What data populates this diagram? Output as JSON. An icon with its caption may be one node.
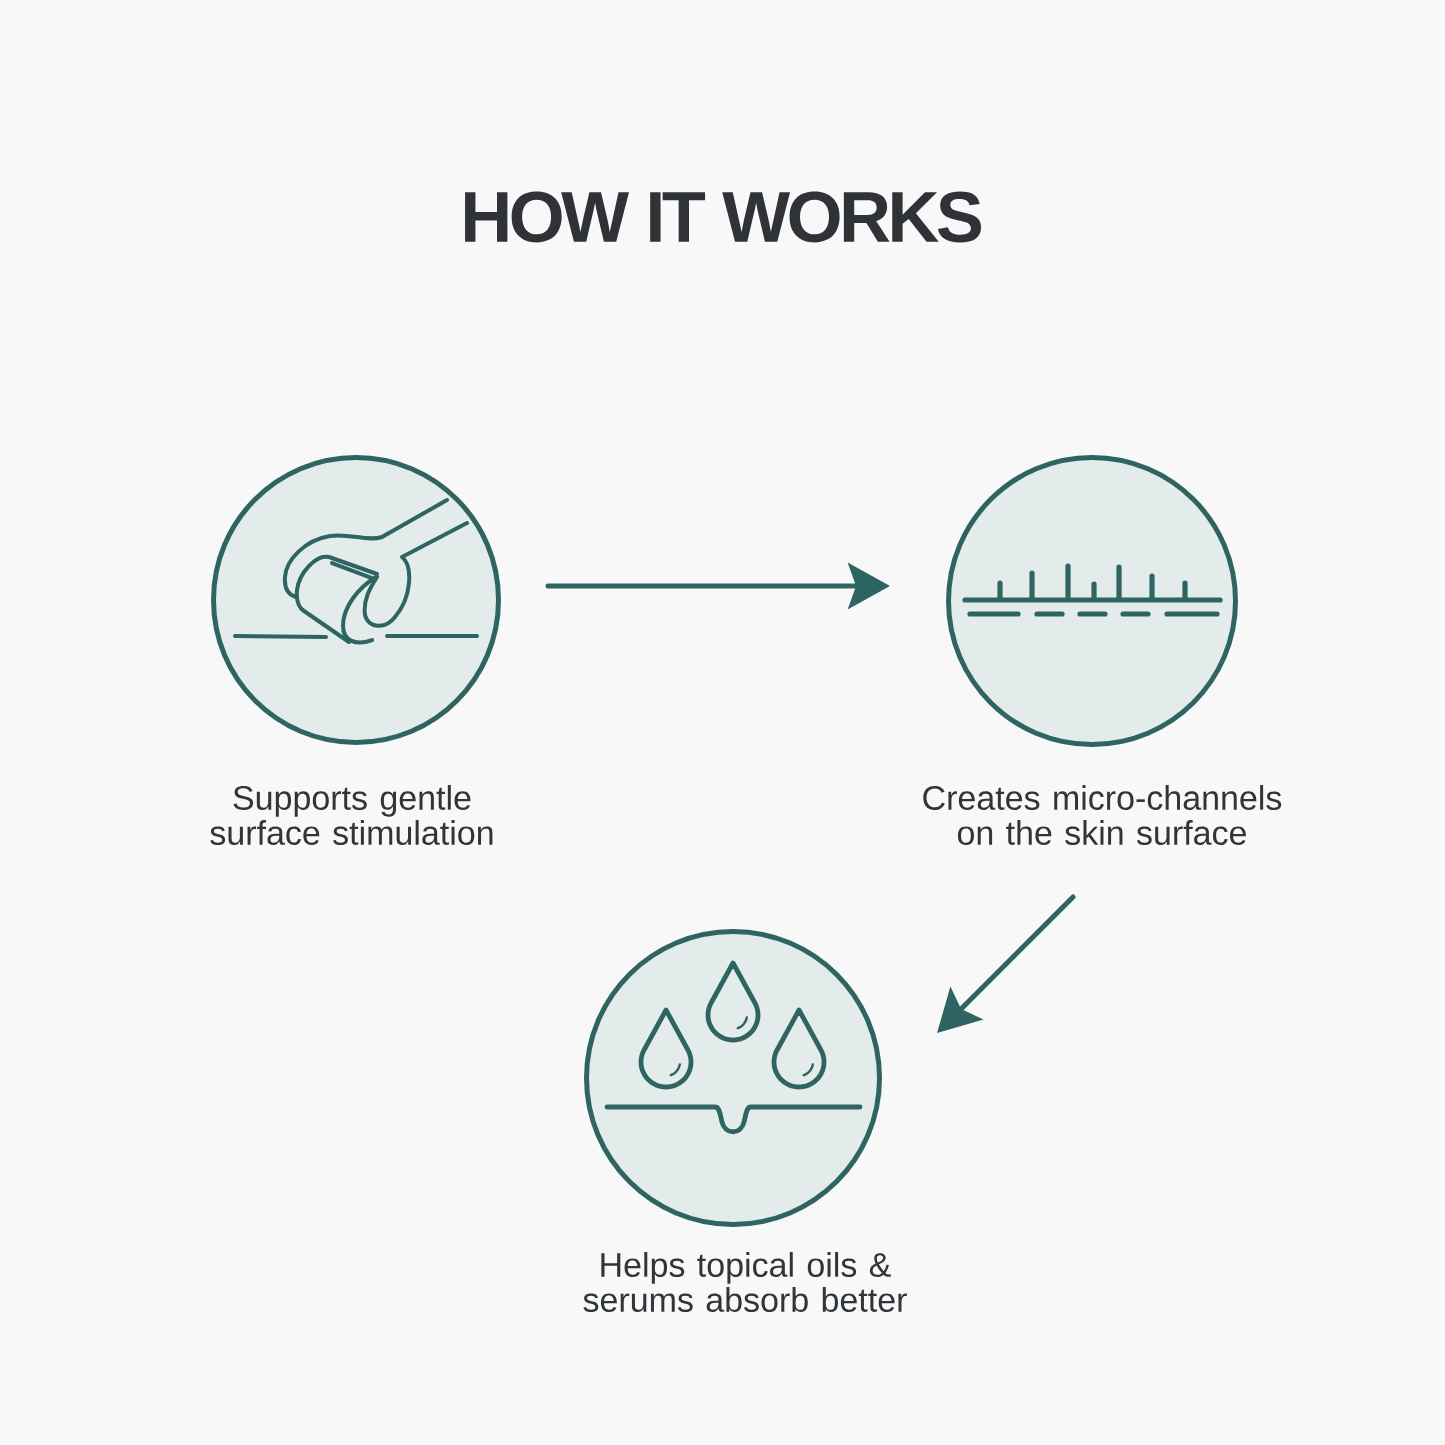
{
  "diagram": {
    "title": "HOW IT WORKS",
    "nodes": [
      {
        "text": [],
        "shape": "circle",
        "beside": [
          "Supports gentle surface stimulation"
        ]
      },
      {
        "text": [],
        "shape": "circle",
        "beside": [
          "Creates micro-channels on the skin surface"
        ]
      },
      {
        "text": [],
        "shape": "circle",
        "beside": [
          "Helps topical oils & serums absorb better"
        ]
      }
    ],
    "edges": [
      {
        "from": 0,
        "to": 1,
        "arrow": "to"
      },
      {
        "from": 1,
        "to": 2,
        "arrow": "to"
      }
    ]
  }
}
